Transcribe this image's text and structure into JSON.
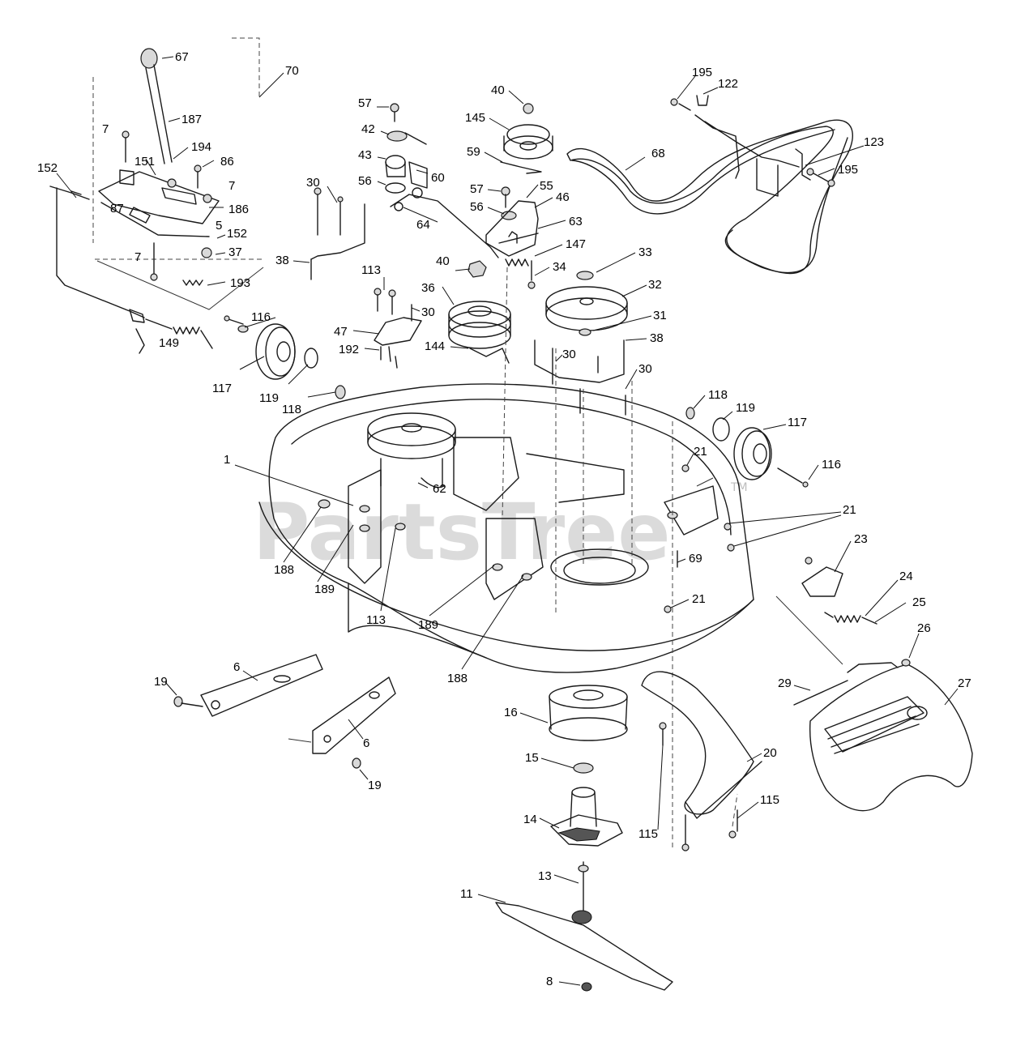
{
  "watermark": {
    "text": "PartsTree",
    "trademark": "TM"
  },
  "labels": {
    "l67": "67",
    "l70": "70",
    "l187": "187",
    "l194": "194",
    "l86": "86",
    "l7a": "7",
    "l7b": "7",
    "l7c": "7",
    "l152a": "152",
    "l151": "151",
    "l186": "186",
    "l87": "87",
    "l5": "5",
    "l152b": "152",
    "l37": "37",
    "l193": "193",
    "l149": "149",
    "l116a": "116",
    "l117a": "117",
    "l119a": "119",
    "l118a": "118",
    "l57a": "57",
    "l42": "42",
    "l43": "43",
    "l56a": "56",
    "l60": "60",
    "l30a": "30",
    "l64": "64",
    "l38a": "38",
    "l113a": "113",
    "l30b": "30",
    "l47": "47",
    "l192": "192",
    "l40a": "40",
    "l36": "36",
    "l144": "144",
    "l40b": "40",
    "l145": "145",
    "l59": "59",
    "l57b": "57",
    "l56b": "56",
    "l55": "55",
    "l46": "46",
    "l63": "63",
    "l147": "147",
    "l34": "34",
    "l33": "33",
    "l32": "32",
    "l31": "31",
    "l38b": "38",
    "l30c": "30",
    "l30d": "30",
    "l68": "68",
    "l195a": "195",
    "l122": "122",
    "l123": "123",
    "l195b": "195",
    "l118b": "118",
    "l119b": "119",
    "l117b": "117",
    "l116b": "116",
    "l21a": "21",
    "l21b": "21",
    "l69": "69",
    "l21c": "21",
    "l23": "23",
    "l24": "24",
    "l25": "25",
    "l26": "26",
    "l27": "27",
    "l29": "29",
    "l1": "1",
    "l62": "62",
    "l188a": "188",
    "l189a": "189",
    "l113b": "113",
    "l189b": "189",
    "l188b": "188",
    "l6a": "6",
    "l19a": "19",
    "l6b": "6",
    "l19b": "19",
    "l16": "16",
    "l15": "15",
    "l14": "14",
    "l13": "13",
    "l11": "11",
    "l8": "8",
    "l20": "20",
    "l115a": "115",
    "l115b": "115"
  }
}
